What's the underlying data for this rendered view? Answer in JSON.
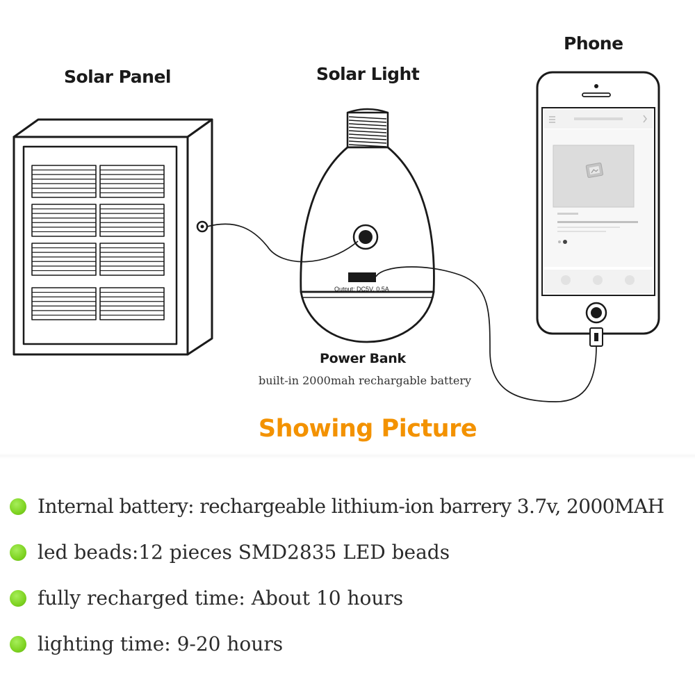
{
  "labels": {
    "solar_panel": "Solar Panel",
    "solar_light": "Solar Light",
    "phone": "Phone",
    "power_bank": "Power Bank",
    "power_bank_sub": "built-in 2000mah rechargable battery",
    "output": "Output: DC5V, 0.5A"
  },
  "headline": "Showing Picture",
  "features": [
    "Internal battery: rechargeable lithium-ion barrery 3.7v, 2000MAH",
    "led beads:12 pieces SMD2835 LED beads",
    "fully recharged time: About 10 hours",
    "lighting time: 9-20 hours"
  ],
  "colors": {
    "headline": "#f39200",
    "bullet": "#7ed321",
    "line": "#1a1a1a"
  },
  "icons": {
    "bullet": "green-dot-icon",
    "phone_placeholder": "image-placeholder-icon"
  }
}
